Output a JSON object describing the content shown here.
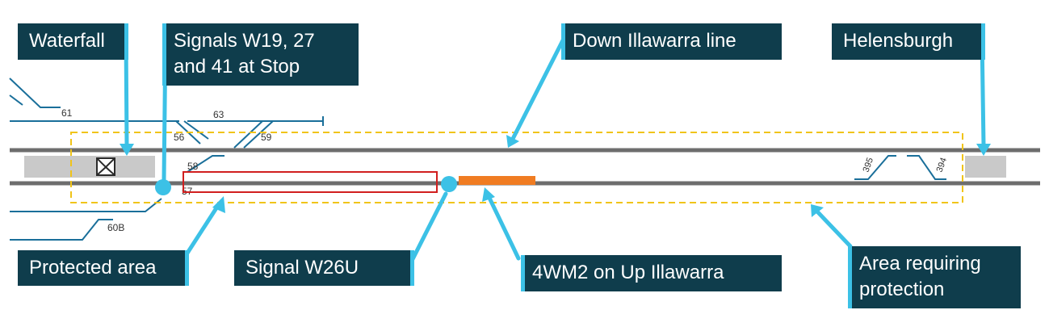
{
  "labels": {
    "waterfall": "Waterfall",
    "signals_line1": "Signals W19, 27",
    "signals_line2": "and 41 at Stop",
    "down_illawarra": "Down Illawarra line",
    "helensburgh": "Helensburgh",
    "protected_area": "Protected area",
    "signal_w26u": "Signal W26U",
    "wm2": "4WM2 on Up Illawarra",
    "area_req_line1": "Area requiring",
    "area_req_line2": "protection"
  },
  "track_numbers": {
    "n61": "61",
    "n63": "63",
    "n56": "56",
    "n59": "59",
    "n58": "58",
    "n57": "57",
    "n60b": "60B",
    "n395": "395",
    "n394": "394"
  },
  "colors": {
    "callout_box": "#0f3d4c",
    "callout_arrow": "#3cc1e6",
    "main_track": "#6d6d6d",
    "siding": "#1a6f9a",
    "protected_outline": "#d11f1f",
    "area_outline": "#f0c419",
    "vehicle": "#f07c22",
    "platform": "#c9c9c9"
  }
}
